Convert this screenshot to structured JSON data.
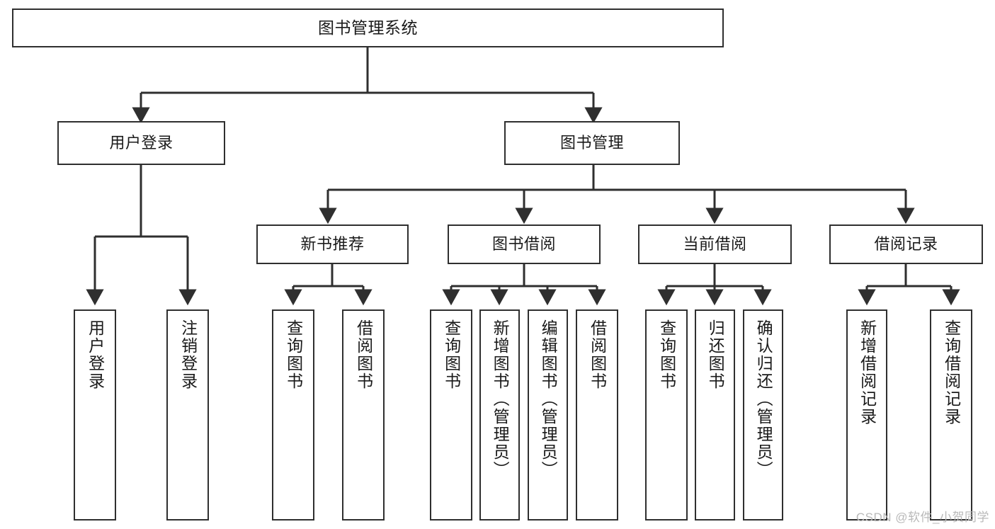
{
  "diagram": {
    "title": "图书管理系统",
    "watermark": "CSDN @软件_小贺同学",
    "stroke_color": "#2f2f2f",
    "background_color": "#ffffff",
    "text_color": "#1a1a1a",
    "watermark_color": "#b9b9b9",
    "type": "tree-hierarchy-functional-structure-diagram",
    "levels": 4,
    "root": {
      "label": "图书管理系统"
    },
    "level2": [
      {
        "label": "用户登录"
      },
      {
        "label": "图书管理"
      }
    ],
    "level3": [
      {
        "label": "新书推荐",
        "parent": "图书管理"
      },
      {
        "label": "图书借阅",
        "parent": "图书管理"
      },
      {
        "label": "当前借阅",
        "parent": "图书管理"
      },
      {
        "label": "借阅记录",
        "parent": "图书管理"
      }
    ],
    "leaves": {
      "user_login": [
        {
          "label": "用户登录"
        },
        {
          "label": "注销登录"
        }
      ],
      "new_book_recommend": [
        {
          "label": "查询图书"
        },
        {
          "label": "借阅图书"
        }
      ],
      "book_borrow": [
        {
          "label": "查询图书"
        },
        {
          "label": "新增图书（管理员）"
        },
        {
          "label": "编辑图书（管理员）"
        },
        {
          "label": "借阅图书"
        }
      ],
      "current_borrow": [
        {
          "label": "查询图书"
        },
        {
          "label": "归还图书"
        },
        {
          "label": "确认归还（管理员）"
        }
      ],
      "borrow_record": [
        {
          "label": "新增借阅记录"
        },
        {
          "label": "查询借阅记录"
        }
      ]
    }
  }
}
